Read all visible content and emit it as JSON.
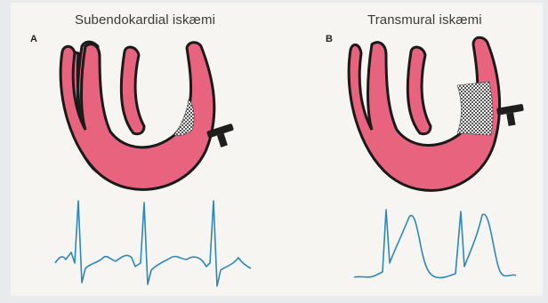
{
  "panels": [
    {
      "letter": "A",
      "title": "Subendokardial iskæmi"
    },
    {
      "letter": "B",
      "title": "Transmural iskæmi"
    }
  ],
  "colors": {
    "heart_fill": "#e8637e",
    "outline": "#1a1a1a",
    "ischemia_fill": "#b9b9b9",
    "ecg_trace": "#2c88b8",
    "background": "#f6f5f2",
    "electrode": "#1e1e1e"
  },
  "icons": [
    "electrode-icon-a",
    "electrode-icon-b"
  ]
}
